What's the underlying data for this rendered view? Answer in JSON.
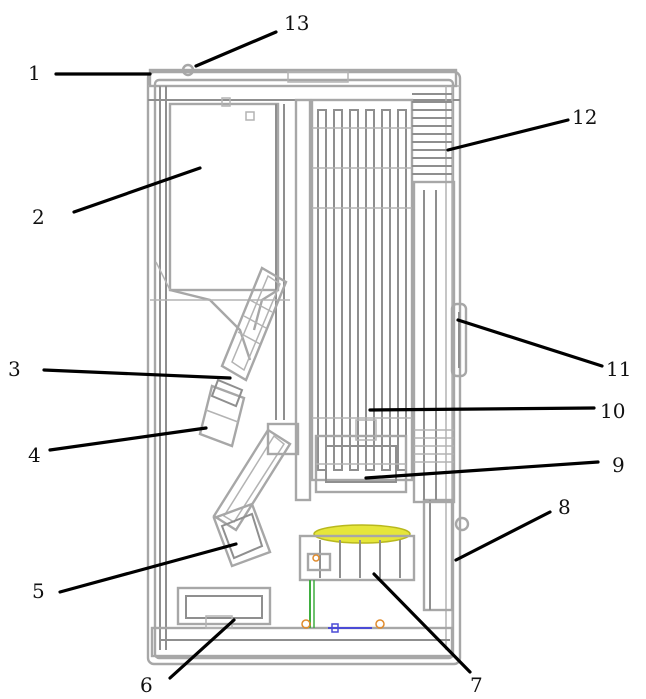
{
  "diagram": {
    "callouts": [
      {
        "id": "1",
        "label": "1"
      },
      {
        "id": "2",
        "label": "2"
      },
      {
        "id": "3",
        "label": "3"
      },
      {
        "id": "4",
        "label": "4"
      },
      {
        "id": "5",
        "label": "5"
      },
      {
        "id": "6",
        "label": "6"
      },
      {
        "id": "7",
        "label": "7"
      },
      {
        "id": "8",
        "label": "8"
      },
      {
        "id": "9",
        "label": "9"
      },
      {
        "id": "10",
        "label": "10"
      },
      {
        "id": "11",
        "label": "11"
      },
      {
        "id": "12",
        "label": "12"
      },
      {
        "id": "13",
        "label": "13"
      }
    ],
    "colors": {
      "frame": "#a7a7a7",
      "burner_pot": "#e6e63a",
      "wire_green": "#3fae3f",
      "wire_blue": "#4b4bd6",
      "wire_orange": "#e08a2a",
      "leader": "#000000"
    }
  }
}
